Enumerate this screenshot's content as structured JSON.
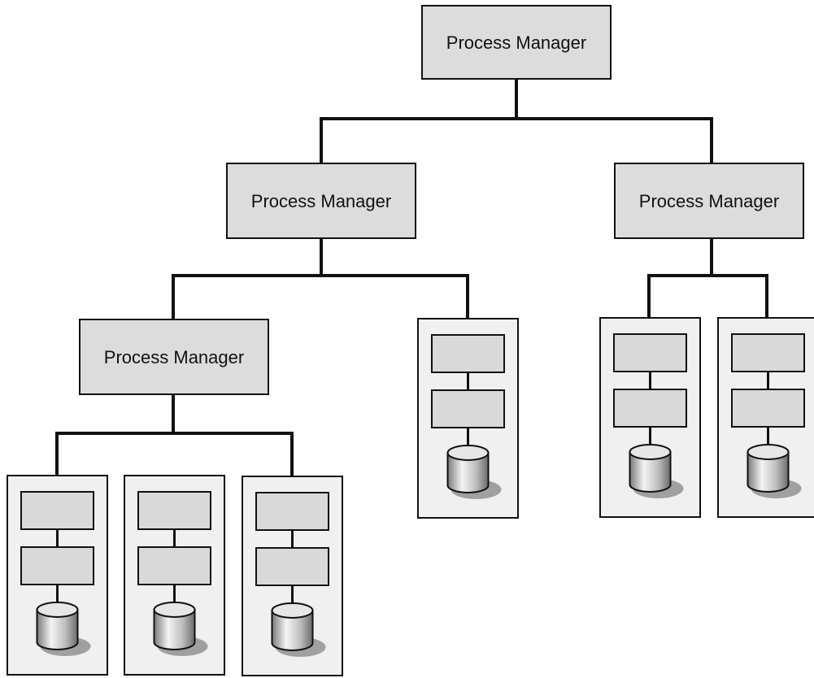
{
  "managers": [
    {
      "label": "Process Manager"
    },
    {
      "label": "Process Manager"
    },
    {
      "label": "Process Manager"
    },
    {
      "label": "Process Manager"
    }
  ],
  "service_units": 6,
  "colors": {
    "manager_fill": "#dcdcdc",
    "unit_fill": "#f0f0f0",
    "inner_box_fill": "#d9d9d9",
    "line": "#111111",
    "shadow": "#a0a0a0"
  }
}
